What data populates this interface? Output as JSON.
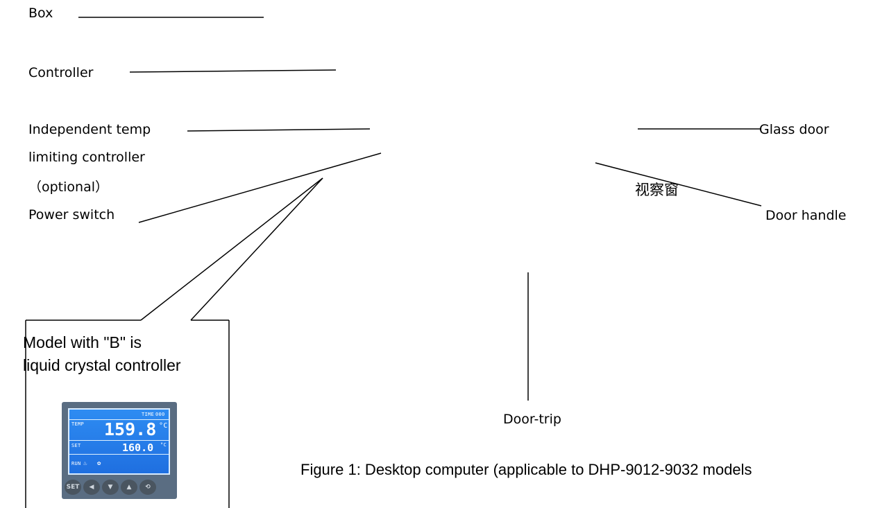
{
  "labels": {
    "box": "Box",
    "controller": "Controller",
    "temp_limit_line1": "Independent temp",
    "temp_limit_line2": "limiting controller",
    "temp_limit_line3": "（optional）",
    "power_switch": "Power switch",
    "glass_door": "Glass door",
    "observation_window_cn": "视察窗",
    "door_handle": "Door handle",
    "door_trip": "Door-trip"
  },
  "callout": {
    "line1": "Model with \"B\" is",
    "line2": "liquid crystal controller"
  },
  "lcd": {
    "time_label": "TIME",
    "time_value": "000",
    "temp_label": "TEMP",
    "temp_value": "159.8",
    "unit": "°C",
    "unit_small": "°C",
    "set_label": "SET",
    "set_value": "160.0",
    "run_label": "RUN",
    "buttons": [
      "SET",
      "◀",
      "▼",
      "▲",
      "⟲"
    ]
  },
  "caption": "Figure 1: Desktop computer (applicable to DHP-9012-9032 models"
}
